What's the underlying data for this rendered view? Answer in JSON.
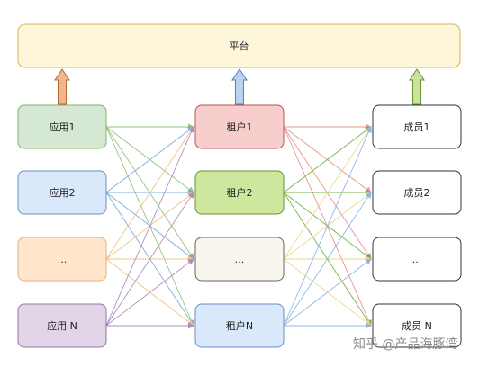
{
  "platform": {
    "label": "平台",
    "fill": "#fef6d9",
    "stroke": "#d8b654"
  },
  "columns": {
    "apps": [
      {
        "label": "应用1",
        "fill": "#d5e8d4",
        "stroke": "#82b366",
        "line": "#8fc07a"
      },
      {
        "label": "应用2",
        "fill": "#dae8fc",
        "stroke": "#6c8ebf",
        "line": "#7aa7d8"
      },
      {
        "label": "...",
        "fill": "#ffe6cc",
        "stroke": "#e3b27b",
        "line": "#f2c07f"
      },
      {
        "label": "应用 N",
        "fill": "#e1d5e7",
        "stroke": "#9673a6",
        "line": "#a98abc"
      }
    ],
    "tenants": [
      {
        "label": "租户1",
        "fill": "#f8cecc",
        "stroke": "#b85450",
        "line": "#e58f8b"
      },
      {
        "label": "租户2",
        "fill": "#cde89e",
        "stroke": "#6d8f2f",
        "line": "#6faf3a"
      },
      {
        "label": "...",
        "fill": "#f8f6ec",
        "stroke": "#666666",
        "line": "#e8d98a"
      },
      {
        "label": "租户N",
        "fill": "#dae8fc",
        "stroke": "#6c8ebf",
        "line": "#8bb3e8"
      }
    ],
    "members": [
      {
        "label": "成员1"
      },
      {
        "label": "成员2"
      },
      {
        "label": "..."
      },
      {
        "label": "成员 N"
      }
    ]
  },
  "member_style": {
    "fill": "#ffffff",
    "stroke": "#333333"
  },
  "up_arrows": [
    {
      "fill": "#f3b58a",
      "stroke": "#b46a37"
    },
    {
      "fill": "#b9d3f3",
      "stroke": "#5a7fb5"
    },
    {
      "fill": "#c9e59a",
      "stroke": "#6d8f2f"
    }
  ],
  "watermark": "知乎 @产品海豚湾"
}
